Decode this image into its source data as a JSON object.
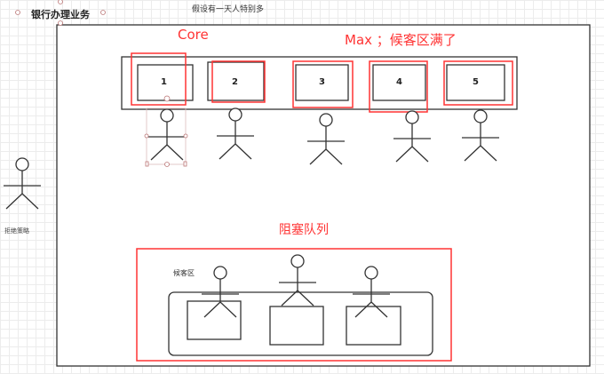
{
  "title": "银行办理业务",
  "note": "假设有一天人特别多",
  "core_label": "Core",
  "max_label": "Max ；候客区满了",
  "windows": [
    "1",
    "2",
    "3",
    "4",
    "5"
  ],
  "reject_label": "拒绝策略",
  "queue_label": "阻塞队列",
  "waiting_label": "候客区",
  "colors": {
    "highlight": "#ff3333",
    "stroke": "#333333"
  }
}
